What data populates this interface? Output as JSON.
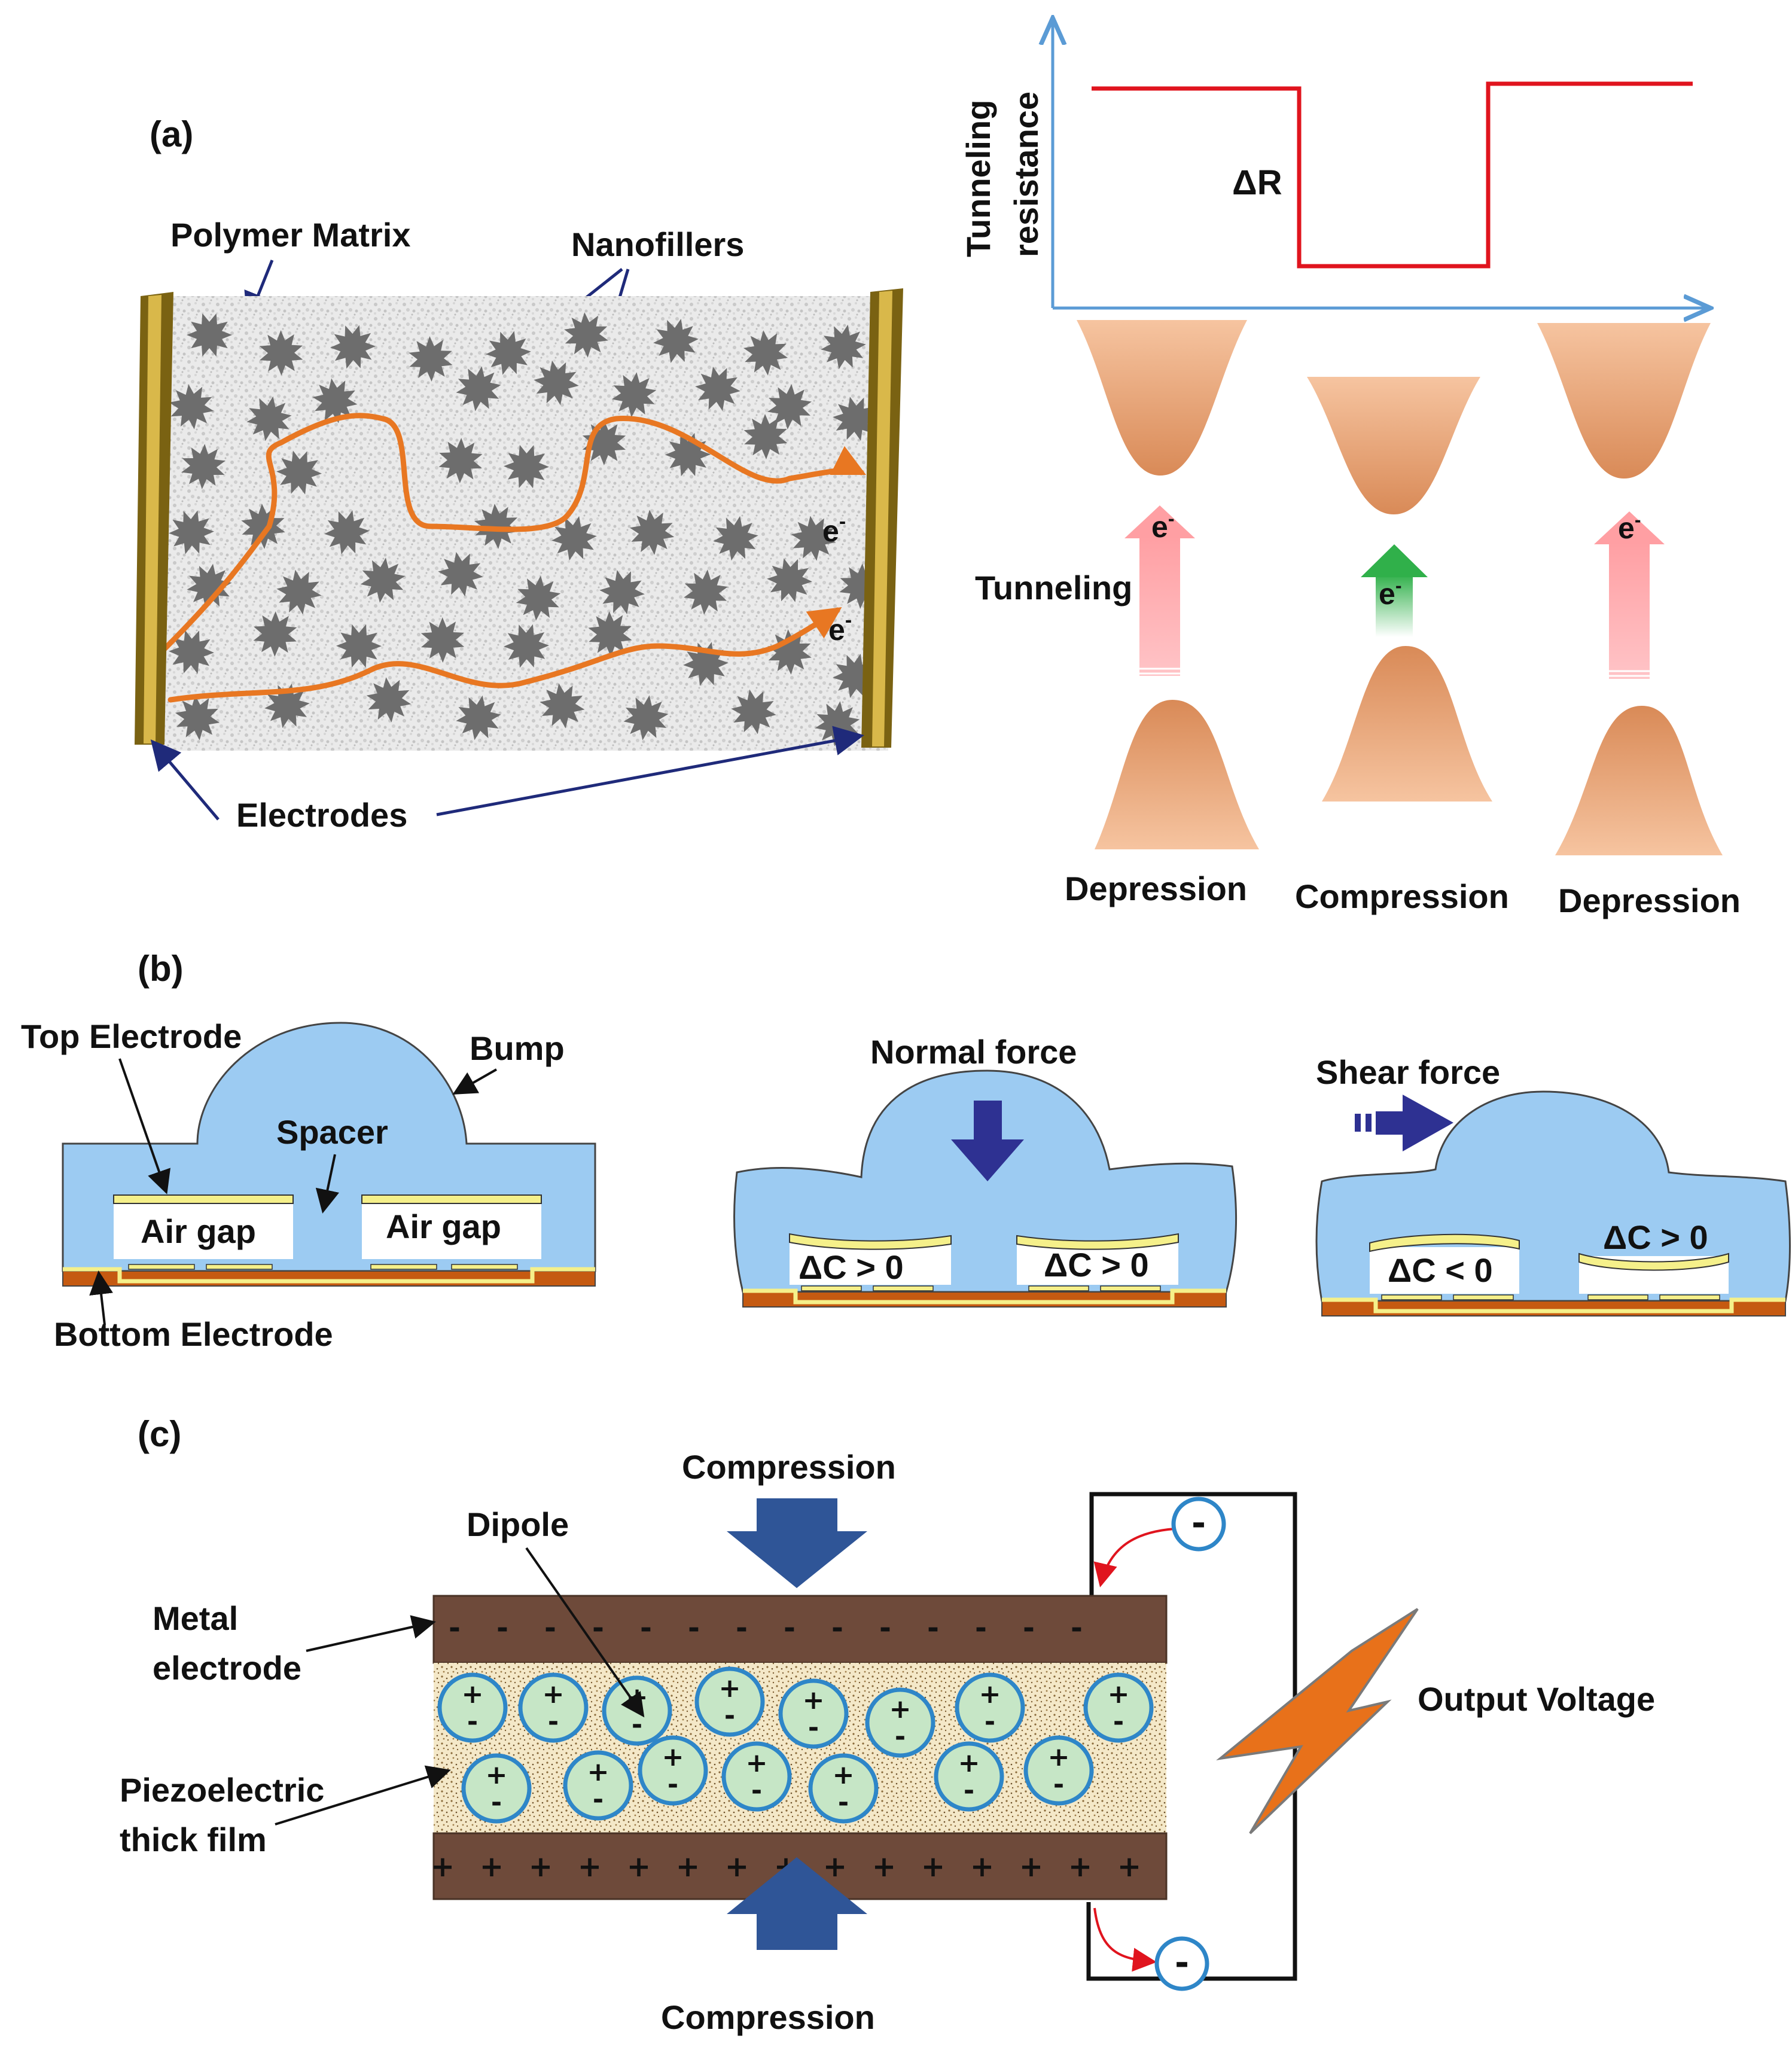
{
  "panel_a": {
    "label": "(a)",
    "polymer_matrix": "Polymer Matrix",
    "nanofillers": "Nanofillers",
    "electrodes": "Electrodes",
    "electron": "e",
    "electron_sup": "-",
    "graph_ylabel_line1": "Tunneling",
    "graph_ylabel_line2": "resistance",
    "delta_r": "ΔR",
    "tunneling": "Tunneling",
    "states": [
      "Depression",
      "Compression",
      "Depression"
    ]
  },
  "panel_b": {
    "label": "(b)",
    "top_electrode": "Top Electrode",
    "bump": "Bump",
    "spacer": "Spacer",
    "air_gap": "Air gap",
    "bottom_electrode": "Bottom Electrode",
    "normal_force": "Normal force",
    "shear_force": "Shear force",
    "dc_pos": "ΔC > 0",
    "dc_neg": "ΔC < 0"
  },
  "panel_c": {
    "label": "(c)",
    "compression": "Compression",
    "dipole": "Dipole",
    "metal_electrode_line1": "Metal",
    "metal_electrode_line2": "electrode",
    "piezo_line1": "Piezoelectric",
    "piezo_line2": "thick film",
    "output_voltage": "Output Voltage",
    "minus": "-",
    "plus": "+"
  },
  "colors": {
    "electrode_brown": "#6e4a3a",
    "air_blue": "#9ccbf2",
    "dipole_green": "#c6e6c6",
    "current_orange": "#e87722",
    "graph_red": "#e0141e",
    "arrow_blue": "#2f5597"
  }
}
